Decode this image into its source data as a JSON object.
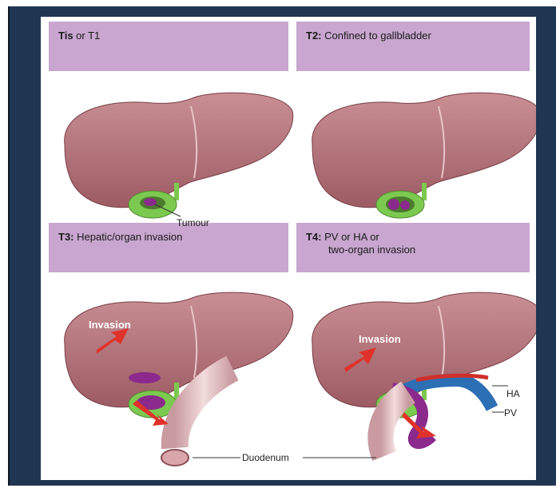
{
  "panels": [
    {
      "stage": "Tis",
      "text": " or T1"
    },
    {
      "stage": "T2:",
      "text": " Confined to gallbladder"
    },
    {
      "stage": "T3:",
      "text": " Hepatic/organ invasion"
    },
    {
      "stage": "T4:",
      "text": " PV or HA or",
      "text2": "two-organ invasion"
    }
  ],
  "labels": {
    "tumour": "Tumour",
    "invasion": "Invasion",
    "duodenum": "Duodenum",
    "ha": "HA",
    "pv": "PV"
  },
  "colors": {
    "frame": "#1f3552",
    "header": "#c8a6cf",
    "liver": "#b06f77",
    "gallbladder": "#7cc94f",
    "tumour": "#8b2a8c",
    "arrow": "#e0322a",
    "vein": "#2c6fb5"
  }
}
